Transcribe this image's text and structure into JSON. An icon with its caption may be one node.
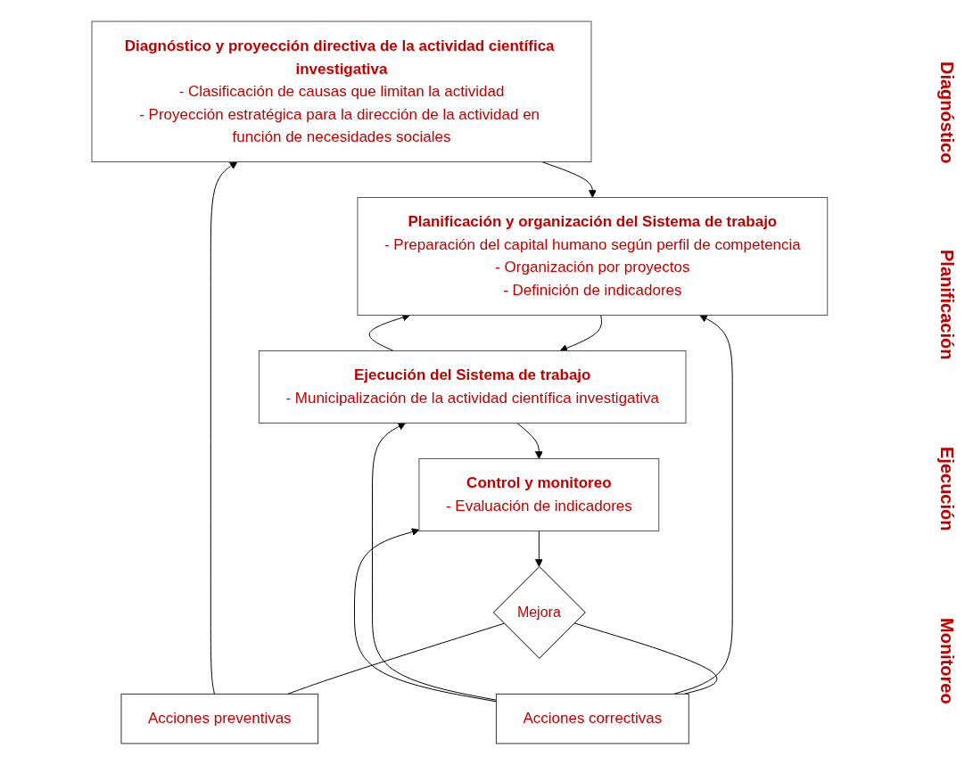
{
  "diagram": {
    "nodes": [
      {
        "text": [
          "Diagnóstico y proyección directiva de la actividad científica investigativa",
          "- Clasificación de causas que limitan la actividad",
          "- Proyección estratégica para la dirección de la actividad en función de necesidades sociales"
        ]
      },
      {
        "text": [
          "Planificación y organización del Sistema de trabajo",
          "- Preparación del capital humano según perfil de competencia",
          "- Organización por proyectos",
          "- Definición de indicadores"
        ]
      },
      {
        "text": [
          "Ejecución del Sistema de trabajo",
          "- Municipalización de la actividad científica investigativa"
        ]
      },
      {
        "text": [
          "Control y monitoreo",
          "- Evaluación de indicadores"
        ]
      },
      {
        "text": [
          "Mejora"
        ]
      },
      {
        "text": [
          "Acciones preventivas"
        ]
      },
      {
        "text": [
          "Acciones correctivas"
        ]
      }
    ],
    "edges": [
      {
        "from": 0,
        "to": 1,
        "arrow": "to"
      },
      {
        "from": 1,
        "to": 2,
        "arrow": "to"
      },
      {
        "from": 2,
        "to": 3,
        "arrow": "to"
      },
      {
        "from": 3,
        "to": 4,
        "arrow": "to"
      },
      {
        "from": 4,
        "to": 5,
        "arrow": "none"
      },
      {
        "from": 4,
        "to": 6,
        "arrow": "none"
      },
      {
        "from": 5,
        "to": 0,
        "arrow": "to"
      },
      {
        "from": 2,
        "to": 1,
        "arrow": "to"
      },
      {
        "from": 6,
        "to": 1,
        "arrow": "to"
      },
      {
        "from": 6,
        "to": 2,
        "arrow": "to"
      },
      {
        "from": 6,
        "to": 3,
        "arrow": "to"
      }
    ],
    "labels": [
      "Diagnóstico",
      "Planificación",
      "Ejecución",
      "Monitoreo"
    ]
  }
}
